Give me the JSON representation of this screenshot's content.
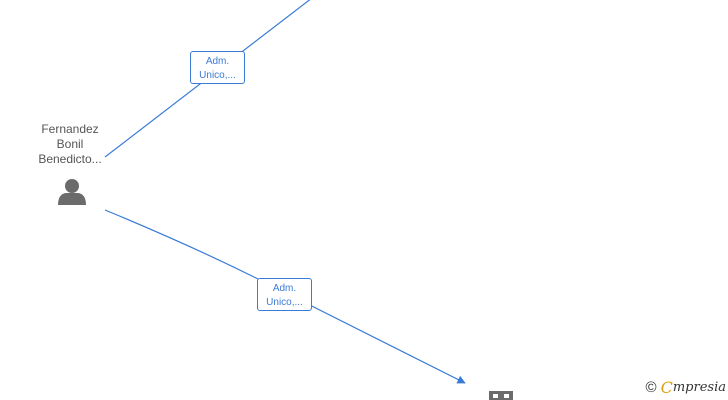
{
  "person": {
    "name_lines": [
      "Fernandez",
      "Bonil",
      "Benedicto..."
    ],
    "icon": "person-icon"
  },
  "edges": [
    {
      "label_lines": [
        "Adm.",
        "Unico,..."
      ]
    },
    {
      "label_lines": [
        "Adm.",
        "Unico,..."
      ]
    }
  ],
  "company": {
    "icon": "building-icon"
  },
  "watermark": {
    "copyright": "©",
    "brand_first": "C",
    "brand_rest": "mpresia"
  },
  "colors": {
    "edge": "#3a7bd5",
    "node_icon": "#6b6b6b",
    "text": "#555555",
    "brand_accent": "#e0a010"
  }
}
